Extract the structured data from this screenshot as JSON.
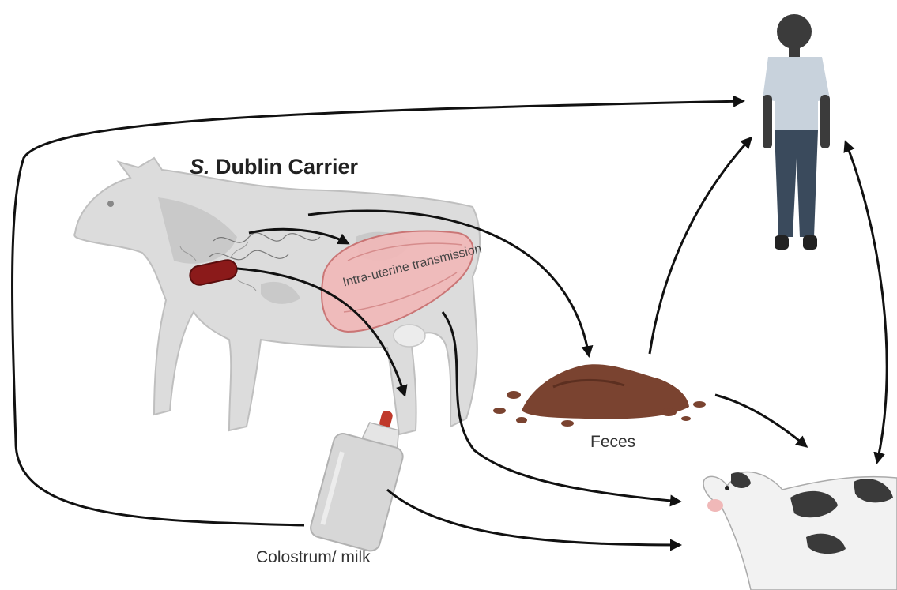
{
  "labels": {
    "title_prefix": "S.",
    "title_rest": "Dublin Carrier",
    "intrauterine": "Intra-uterine transmission",
    "feces": "Feces",
    "colostrum": "Colostrum/ milk"
  },
  "icons": [
    "carrier-cow",
    "salmonella-bacterium",
    "uterus",
    "feces-pile",
    "milk-bottle",
    "human",
    "calf"
  ],
  "colors": {
    "arrow": "#111111",
    "cow": "#dcdcdc",
    "bacterium": "#8b1a1a",
    "uterus": "#f2b8b8",
    "feces": "#7a4330",
    "bottle": "#d7d7d7",
    "human_shirt": "#c8d2dc",
    "human_pants": "#3a4a5c",
    "calf_spots": "#3a3a3a"
  }
}
